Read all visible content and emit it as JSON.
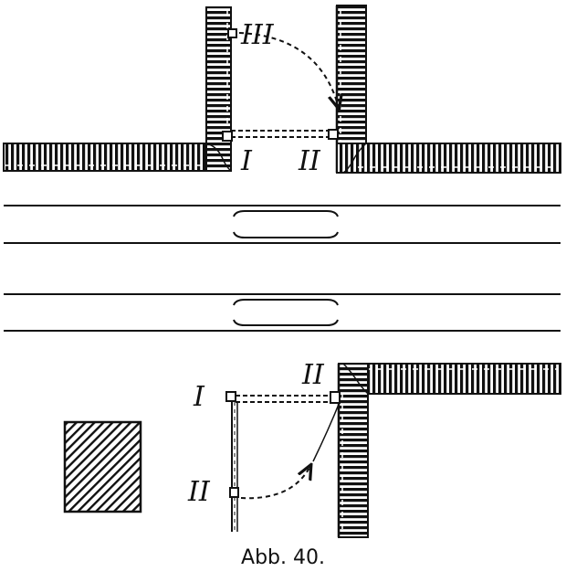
{
  "caption": "Abb. 40.",
  "labels": {
    "top_third": "III",
    "top_first": "I",
    "top_second": "II",
    "bottom_first": "I",
    "bottom_second": "II",
    "bottom_third": "II"
  },
  "colors": {
    "ink": "#111111",
    "paper": "#ffffff"
  }
}
